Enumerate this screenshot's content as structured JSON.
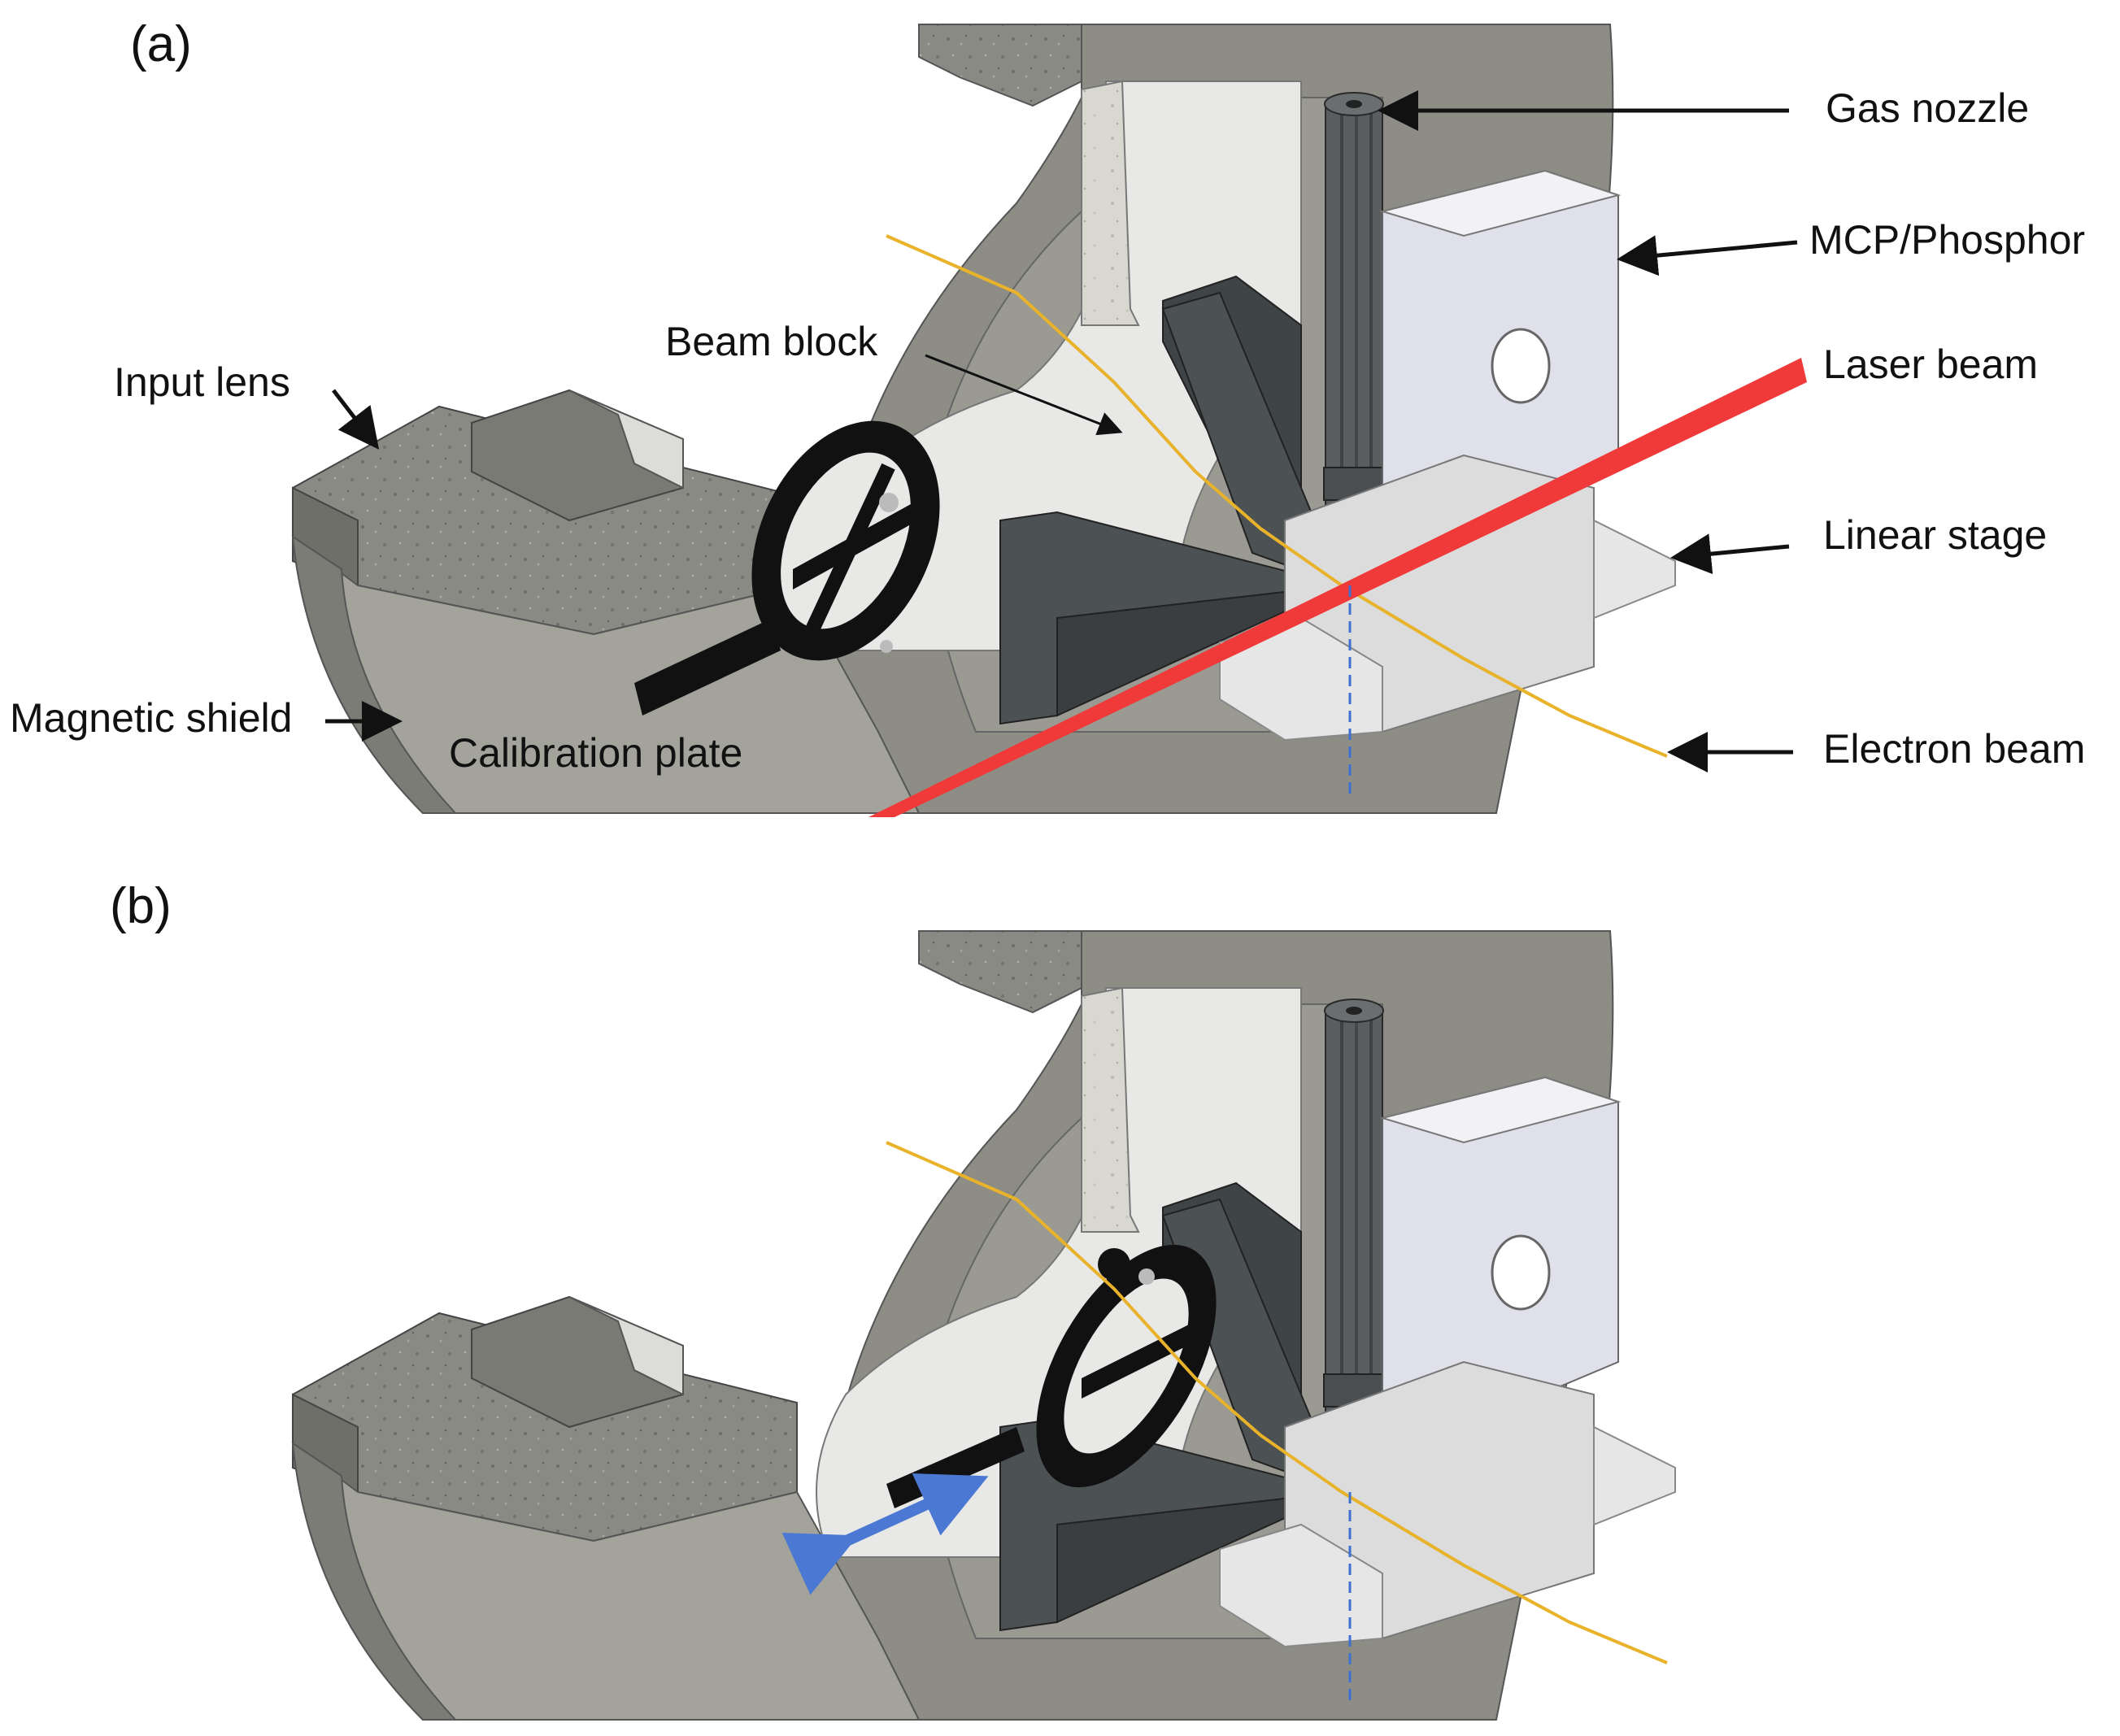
{
  "panels": [
    {
      "label": "(a)"
    },
    {
      "label": "(b)"
    }
  ],
  "callouts": {
    "gas_nozzle": "Gas nozzle",
    "mcp_phosphor": "MCP/Phosphor",
    "laser_beam": "Laser beam",
    "linear_stage": "Linear stage",
    "electron_beam": "Electron beam",
    "beam_block": "Beam block",
    "input_lens": "Input lens",
    "magnetic_shield": "Magnetic shield",
    "calibration_plate": "Calibration plate"
  },
  "colors": {
    "laser": "#f03a3a",
    "electron_beam": "#e8b32a",
    "axis_dash": "#3f6fd0",
    "motion_arrow": "#4a78d2",
    "shield": "#8d8d86",
    "shield_dark": "#6f6f69",
    "granite": "#8a8a84",
    "cone": "#4c5154",
    "detector": "#dcdce6",
    "stage": "#e6e6e6",
    "plate": "#111111"
  }
}
